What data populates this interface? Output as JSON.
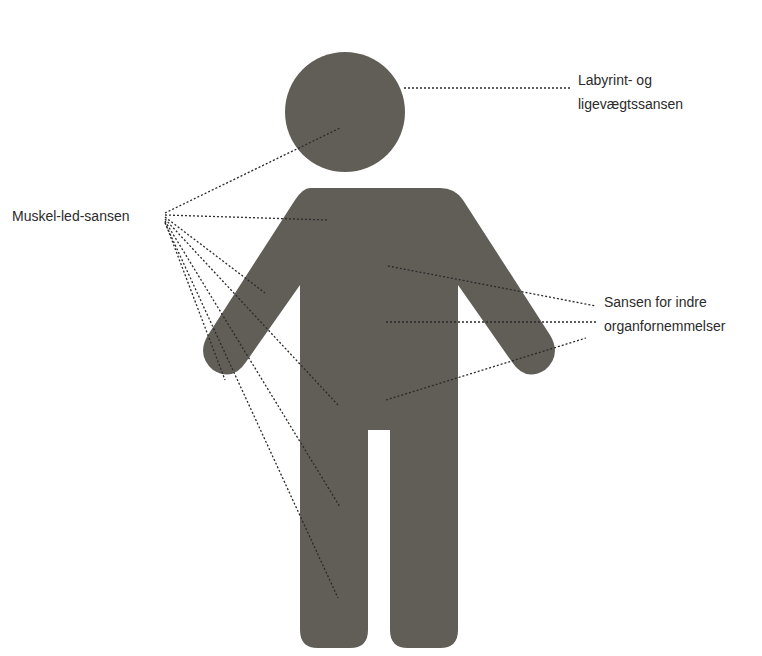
{
  "diagram": {
    "labels": [
      "Labyrint- og ligevægtssansen",
      "Muskel-led-sansen",
      "Sansen for indre organfornemmelser"
    ]
  }
}
